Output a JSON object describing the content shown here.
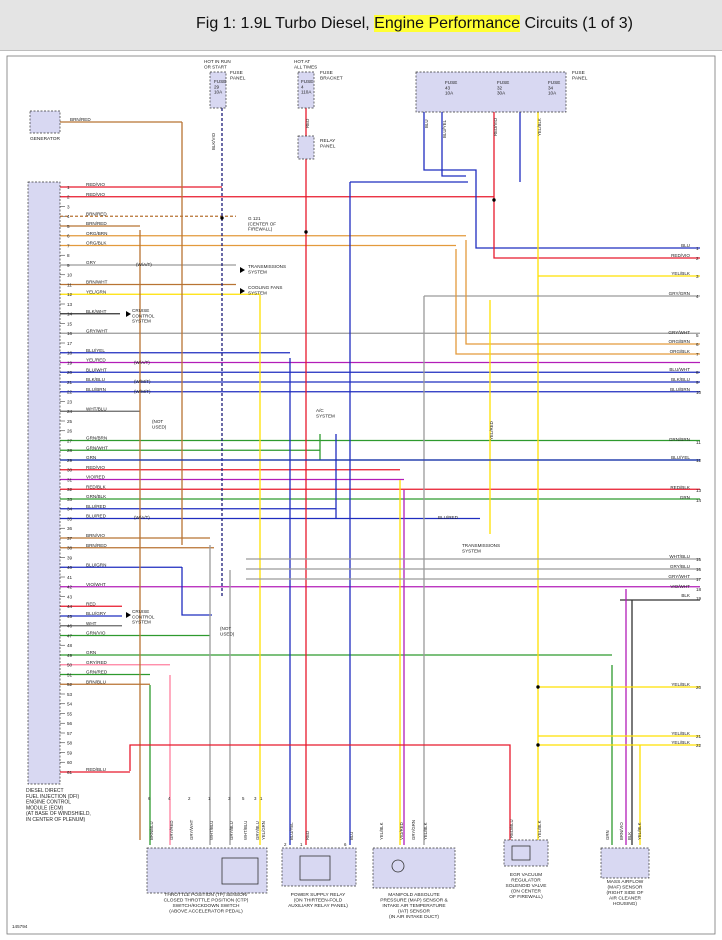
{
  "header": {
    "title_prefix": "Fig 1: 1.9L Turbo Diesel, ",
    "title_highlight": "Engine Performance",
    "title_suffix": " Circuits (1 of 3)"
  },
  "colors": {
    "header_bg": "#e4e4e4",
    "highlight": "#ffff33",
    "fuse_box": "#d8d8f2",
    "wire_red": "#e8192c",
    "wire_blue": "#1f2dbf",
    "wire_yellow": "#ffe000",
    "wire_green": "#2e9a2e",
    "wire_orange": "#e39a3c",
    "wire_gray": "#9a9a9a",
    "wire_violet": "#b21db8",
    "wire_brown": "#b87333",
    "wire_pink": "#ff7f9f"
  },
  "top": {
    "hot_run": "HOT IN RUN\nOR START",
    "hot_all": "HOT AT\nALL TIMES",
    "fuse_panel": "FUSE\nPANEL",
    "fuse_bracket": "FUSE\nBRACKET",
    "relay_panel": "RELAY\nPANEL",
    "fuse29": "FUSE\n29\n10A",
    "fuse4": "FUSE\n4\n110A",
    "fuse43": "FUSE\n43\n10A",
    "fuse32": "FUSE\n32\n30A",
    "fuse34": "FUSE\n34\n10A",
    "generator": "GENERATOR",
    "gen_wire": "BRN/RED",
    "wire_bkvio": "BLK/VIO",
    "wire_red": "RED",
    "wire_blu": "BLU",
    "wire_bluyel": "BLU/YEL",
    "wire_redvio": "RED/VIO",
    "wire_yelblk": "YEL/BLK",
    "wire_yelred": "YEL/RED",
    "wire_blk": "BLK"
  },
  "ecm": {
    "pins": [
      {
        "n": "1",
        "w": "RED/VIO"
      },
      {
        "n": "2",
        "w": "RED/VIO"
      },
      {
        "n": "3",
        "w": ""
      },
      {
        "n": "4",
        "w": "BRN/RED"
      },
      {
        "n": "5",
        "w": "BRN/RED"
      },
      {
        "n": "6",
        "w": "ORG/BRN"
      },
      {
        "n": "7",
        "w": "ORG/BLK"
      },
      {
        "n": "8",
        "w": ""
      },
      {
        "n": "9",
        "w": "GRY"
      },
      {
        "n": "10",
        "w": ""
      },
      {
        "n": "11",
        "w": "BRN/WHT"
      },
      {
        "n": "12",
        "w": "YEL/GRN"
      },
      {
        "n": "13",
        "w": ""
      },
      {
        "n": "14",
        "w": "BLK/WHT"
      },
      {
        "n": "15",
        "w": ""
      },
      {
        "n": "16",
        "w": "GRY/WHT"
      },
      {
        "n": "17",
        "w": ""
      },
      {
        "n": "18",
        "w": "BLU/YEL"
      },
      {
        "n": "19",
        "w": "YEL/RED"
      },
      {
        "n": "20",
        "w": "BLU/WHT"
      },
      {
        "n": "21",
        "w": "BLK/BLU"
      },
      {
        "n": "22",
        "w": "BLU/BRN"
      },
      {
        "n": "23",
        "w": ""
      },
      {
        "n": "24",
        "w": "WHT/BLU"
      },
      {
        "n": "25",
        "w": ""
      },
      {
        "n": "26",
        "w": ""
      },
      {
        "n": "27",
        "w": "GRN/BRN"
      },
      {
        "n": "28",
        "w": "GRN/WHT"
      },
      {
        "n": "29",
        "w": "GRN"
      },
      {
        "n": "30",
        "w": "RED/VIO"
      },
      {
        "n": "31",
        "w": "VIO/RED"
      },
      {
        "n": "32",
        "w": "RED/BLK"
      },
      {
        "n": "33",
        "w": "GRN/BLK"
      },
      {
        "n": "34",
        "w": "BLU/RED"
      },
      {
        "n": "35",
        "w": "BLU/RED"
      },
      {
        "n": "36",
        "w": ""
      },
      {
        "n": "37",
        "w": "BRN/VIO"
      },
      {
        "n": "38",
        "w": "BRN/RED"
      },
      {
        "n": "39",
        "w": ""
      },
      {
        "n": "40",
        "w": "BLU/GRN"
      },
      {
        "n": "41",
        "w": ""
      },
      {
        "n": "42",
        "w": "VIO/WHT"
      },
      {
        "n": "43",
        "w": ""
      },
      {
        "n": "44",
        "w": "RED"
      },
      {
        "n": "45",
        "w": "BLU/GRY"
      },
      {
        "n": "46",
        "w": "WHT"
      },
      {
        "n": "47",
        "w": "GRN/VIO"
      },
      {
        "n": "48",
        "w": ""
      },
      {
        "n": "49",
        "w": "GRN"
      },
      {
        "n": "50",
        "w": "GRY/RED"
      },
      {
        "n": "51",
        "w": "GRN/RED"
      },
      {
        "n": "52",
        "w": "BRN/BLU"
      },
      {
        "n": "53",
        "w": ""
      },
      {
        "n": "54",
        "w": ""
      },
      {
        "n": "55",
        "w": ""
      },
      {
        "n": "56",
        "w": ""
      },
      {
        "n": "57",
        "w": ""
      },
      {
        "n": "58",
        "w": ""
      },
      {
        "n": "59",
        "w": ""
      },
      {
        "n": "60",
        "w": ""
      },
      {
        "n": "61",
        "w": "RED/BLU"
      }
    ],
    "label": "DIESEL DIRECT\nFUEL INJECTION (DFI)\nENGINE CONTROL\nMODULE (ECM)\n(AT BASE OF WINDSHIELD,\nIN CENTER OF PLENUM)"
  },
  "mid": {
    "wa_t": "(W/A/T)",
    "wm_t": "(W/M/T)",
    "g121": "G 121\n(CENTER OF\nFIREWALL)",
    "trans": "TRANSMISSIONS\nSYSTEM",
    "cooling": "COOLING FANS\nSYSTEM",
    "cruise": "CRUISE\nCONTROL\nSYSTEM",
    "not_used": "(NOT\nUSED)",
    "ac": "A/C\nSYSTEM",
    "trans2": "TRANSMISSIONS\nSYSTEM",
    "wire_bluredc": "BLU/RED"
  },
  "right": [
    {
      "n": "1",
      "w": "BLU"
    },
    {
      "n": "2",
      "w": "RED/VIO"
    },
    {
      "n": "3",
      "w": "YEL/BLK"
    },
    {
      "n": "4",
      "w": "GRY/GRN"
    },
    {
      "n": "5",
      "w": "GRY/WHT"
    },
    {
      "n": "6",
      "w": "ORG/BRN"
    },
    {
      "n": "7",
      "w": "ORG/BLK"
    },
    {
      "n": "8",
      "w": "BLU/WHT"
    },
    {
      "n": "9",
      "w": "BLK/BLU"
    },
    {
      "n": "10",
      "w": "BLU/BRN"
    },
    {
      "n": "11",
      "w": "GRN/BRN"
    },
    {
      "n": "12",
      "w": "BLU/YEL"
    },
    {
      "n": "13",
      "w": "RED/BLK"
    },
    {
      "n": "14",
      "w": "GRN"
    },
    {
      "n": "15",
      "w": "WHT/BLU"
    },
    {
      "n": "16",
      "w": "GRY/BLU"
    },
    {
      "n": "17",
      "w": "GRY/WHT"
    },
    {
      "n": "18",
      "w": "VIO/WHT"
    },
    {
      "n": "19",
      "w": "BLK"
    },
    {
      "n": "20",
      "w": "YEL/BLK"
    },
    {
      "n": "21",
      "w": "YEL/BLK"
    },
    {
      "n": "22",
      "w": "YEL/BLK"
    }
  ],
  "bottom": {
    "tps_pins": [
      "BRN/BLU",
      "GRY/RED",
      "GRY/WHT",
      "WHT/BLU",
      "GRY/BLU",
      "WHT/BLU",
      "GRY/BLU",
      "YEL/GRN"
    ],
    "tps_nums": [
      "6",
      "4",
      "2",
      "1",
      "3",
      "5",
      "3",
      "1"
    ],
    "tps_label": "THROTTLE POSITION (TP) SENSOR/\nCLOSED THROTTLE POSITION (CTP)\nSWITCH/KICKDOWN SWITCH\n(ABOVE ACCELERATOR PEDAL)",
    "relay_pins": [
      "BLU/YEL",
      "RED",
      "BLU"
    ],
    "relay_nums": [
      "2",
      "1",
      "6"
    ],
    "relay_label": "POWER SUPPLY RELAY\n(ON THIRTEEN-FOLD\nAUXILIARY RELAY PANEL)",
    "map_pins": [
      "YEL/BLK",
      "VIO/RED",
      "GRY/GRN",
      "YEL/BLK"
    ],
    "map_label": "MANIFOLD ABSOLUTE\nPRESSURE (MAP) SENSOR &\nINTAKE AIR TEMPERATURE\n(IAT) SENSOR\n(IN AIR INTAKE DUCT)",
    "egr_pins": [
      "RED/BLU",
      "YEL/BLK"
    ],
    "egr_label": "EGR VACUUM\nREGULATOR\nSOLENOID VALVE\n(ON CENTER\nOF FIREWALL)",
    "maf_pins": [
      "GRN",
      "BRN/VIO",
      "BLK",
      "YEL/BLK"
    ],
    "maf_label": "MASS AIRFLOW\n(MAF) SENSOR\n(RIGHT SIDE OF\nAIR CLEANER\nHOUSING)"
  },
  "footer": "145794"
}
